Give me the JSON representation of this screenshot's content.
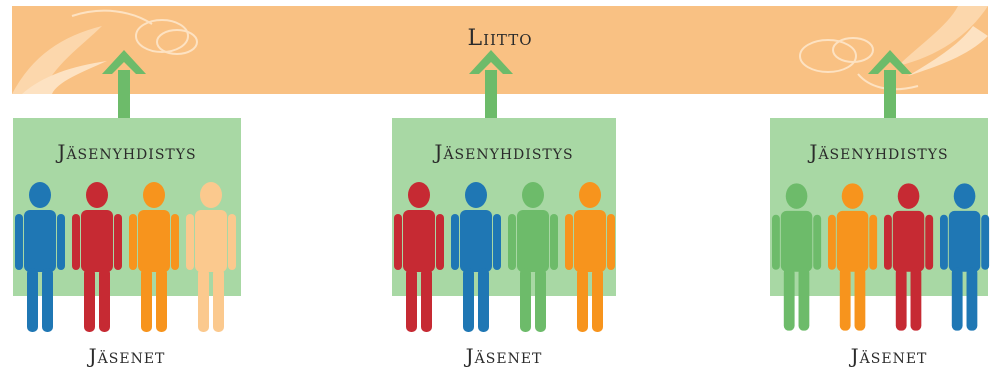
{
  "federation": {
    "label": "Liitto",
    "color": "#f9c183"
  },
  "arrow_color": "#6dbb6a",
  "associations": [
    {
      "label": "Jäsenyhdistys",
      "members_label": "Jäsenet",
      "member_colors": [
        "#1f77b4",
        "#c62a33",
        "#f7941d",
        "#fbc98e"
      ]
    },
    {
      "label": "Jäsenyhdistys",
      "members_label": "Jäsenet",
      "member_colors": [
        "#c62a33",
        "#1f77b4",
        "#6dbb6a",
        "#f7941d"
      ]
    },
    {
      "label": "Jäsenyhdistys",
      "members_label": "Jäsenet",
      "member_colors": [
        "#6dbb6a",
        "#f7941d",
        "#c62a33",
        "#1f77b4"
      ]
    }
  ]
}
